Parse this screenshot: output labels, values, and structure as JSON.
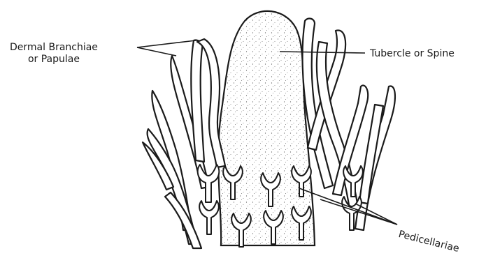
{
  "labels": {
    "dermal_line1": "Dermal Branchiae",
    "dermal_line2": "or Papulae",
    "tubercle": "Tubercle or Spine",
    "pedicellariae": "Pedicellariae"
  },
  "colors": {
    "ink": "#1a1a1a",
    "stipple": "#555555",
    "background": "#ffffff"
  }
}
